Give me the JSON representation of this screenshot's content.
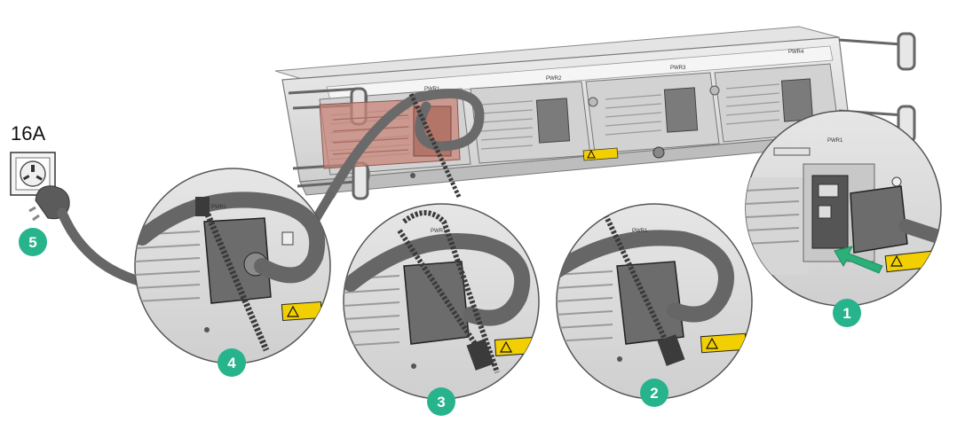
{
  "outlet": {
    "rating_label": "16A"
  },
  "chassis": {
    "slot_labels": [
      "PWR1",
      "PWR2",
      "PWR3",
      "PWR4"
    ]
  },
  "callouts": [
    {
      "step": "1",
      "slot_label": "PWR1"
    },
    {
      "step": "2",
      "slot_label": "PWR1"
    },
    {
      "step": "3",
      "slot_label": "PWR1"
    },
    {
      "step": "4",
      "slot_label": "PWR1"
    }
  ],
  "outlet_step": {
    "step": "5"
  },
  "colors": {
    "step_badge": "#27b38b",
    "arrow": "#2bb07a",
    "highlight": "#c9857a",
    "cable": "#666666",
    "warning_label": "#f2cf00",
    "chassis": "#d9d9d9"
  },
  "icons": [
    "warning-icon",
    "power-socket-icon",
    "cable-tie-icon",
    "insert-arrow-icon"
  ]
}
